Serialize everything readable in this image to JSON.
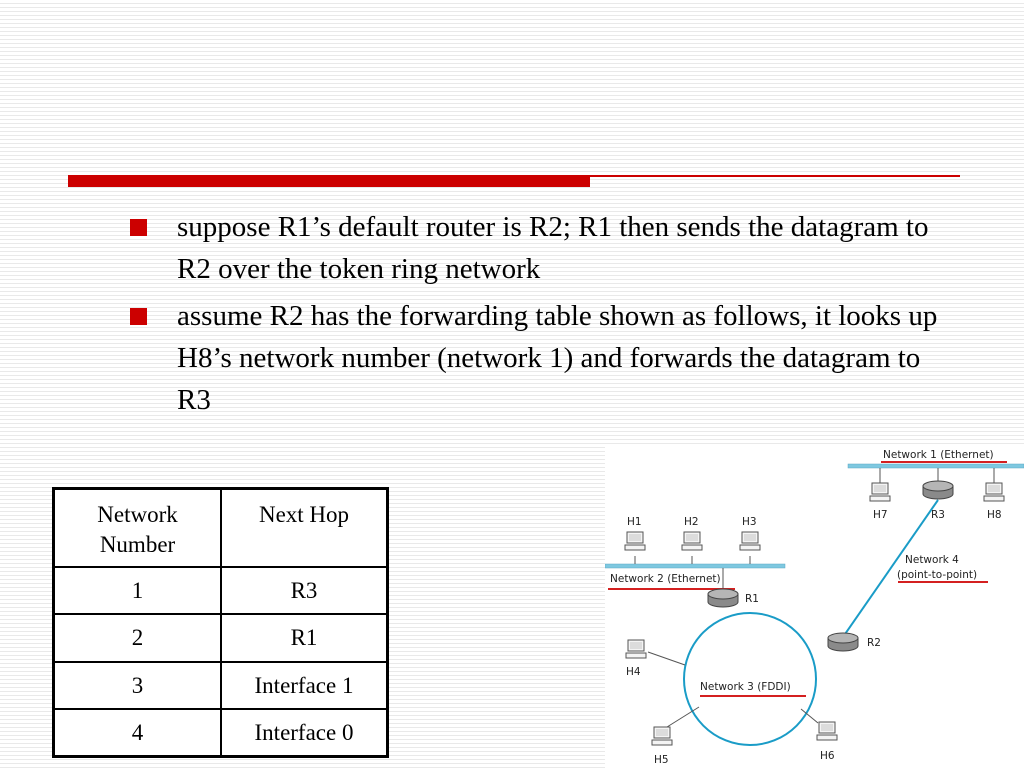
{
  "bullets": [
    "suppose R1’s default router is R2; R1 then sends the datagram to R2 over the token ring network",
    "assume R2 has the forwarding table shown as follows, it looks up H8’s network number (network 1) and forwards the datagram to R3"
  ],
  "table": {
    "headers": [
      "Network Number",
      "Next Hop"
    ],
    "rows": [
      [
        "1",
        "R3"
      ],
      [
        "2",
        "R1"
      ],
      [
        "3",
        "Interface 1"
      ],
      [
        "4",
        "Interface 0"
      ]
    ]
  },
  "diagram": {
    "networks": {
      "net1": "Network 1 (Ethernet)",
      "net2": "Network 2 (Ethernet)",
      "net3": "Network 3 (FDDI)",
      "net4_line1": "Network 4",
      "net4_line2": "(point-to-point)"
    },
    "hosts": [
      "H1",
      "H2",
      "H3",
      "H4",
      "H5",
      "H6",
      "H7",
      "H8"
    ],
    "routers": [
      "R1",
      "R2",
      "R3"
    ]
  },
  "colors": {
    "accent_red": "#cc0000",
    "ethernet_cyan": "#7ec8e0",
    "ring_cyan": "#1a9cc7",
    "router_gray": "#8a8a8a"
  }
}
